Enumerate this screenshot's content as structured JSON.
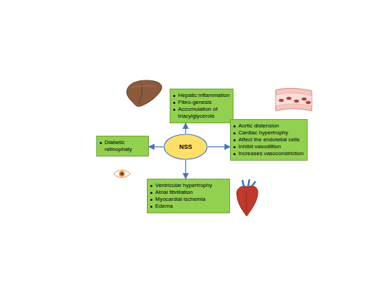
{
  "diagram": {
    "nodes": [
      {
        "text": [
          "Hepatic inflammation",
          "Fibro-genesis",
          "Accumulation of triacylglycerols"
        ]
      },
      {
        "text": [
          "Diabetic retinophaty"
        ]
      },
      {
        "text": [
          "NSS"
        ]
      },
      {
        "text": [
          "Aortic distension",
          "Cardiac hypertrophy",
          "Affect the endotelial cells",
          "Inhibit vasodiltion",
          "Increases vasoconstriction"
        ]
      },
      {
        "text": [
          "Ventricular hypertrophy",
          "Atrial fibrillation",
          "Myocardial ischemia",
          "Edema"
        ]
      }
    ],
    "edges": [
      {
        "from": 2,
        "to": 0,
        "arrow": "to"
      },
      {
        "from": 2,
        "to": 1,
        "arrow": "to"
      },
      {
        "from": 2,
        "to": 3,
        "arrow": "to"
      },
      {
        "from": 2,
        "to": 4,
        "arrow": "to"
      }
    ]
  }
}
